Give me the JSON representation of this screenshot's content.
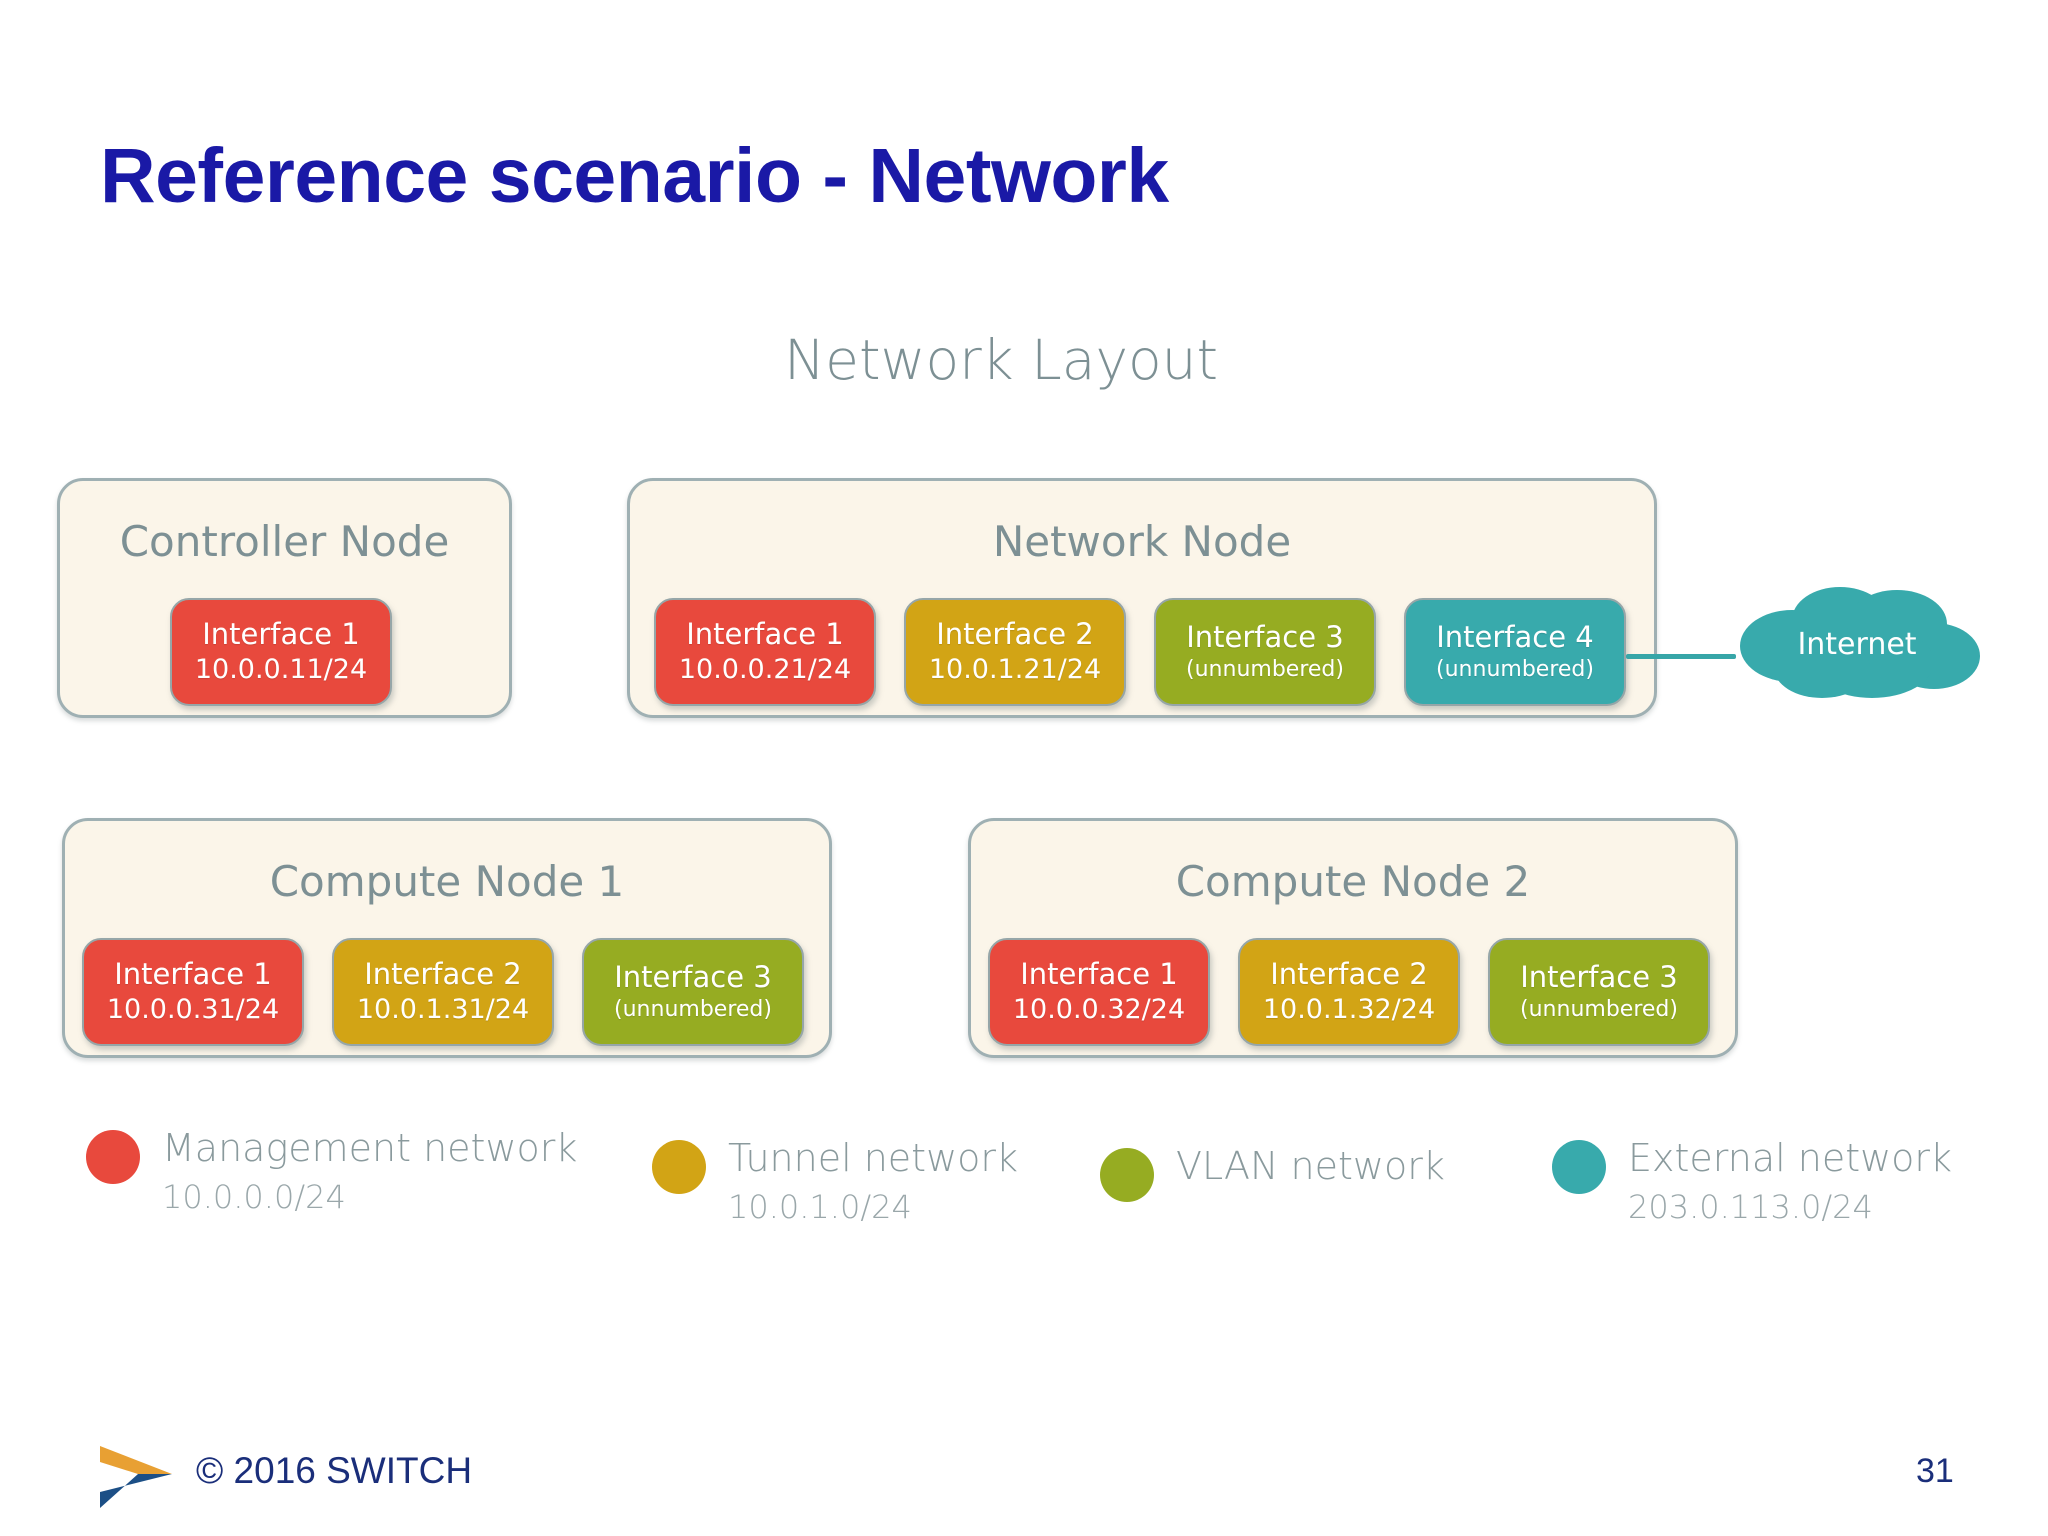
{
  "slide": {
    "title": "Reference scenario - Network",
    "page_number": "31"
  },
  "diagram": {
    "title": "Network Layout",
    "nodes": [
      {
        "id": "controller-node",
        "title": "Controller Node",
        "interfaces": [
          {
            "name": "Interface 1",
            "addr": "10.0.0.11/24",
            "color": "#e8493d",
            "network": "management"
          }
        ]
      },
      {
        "id": "network-node",
        "title": "Network Node",
        "interfaces": [
          {
            "name": "Interface 1",
            "addr": "10.0.0.21/24",
            "color": "#e8493d",
            "network": "management"
          },
          {
            "name": "Interface 2",
            "addr": "10.0.1.21/24",
            "color": "#d2a415",
            "network": "tunnel"
          },
          {
            "name": "Interface 3",
            "addr": "(unnumbered)",
            "color": "#96ac22",
            "network": "vlan"
          },
          {
            "name": "Interface 4",
            "addr": "(unnumbered)",
            "color": "#38aaac",
            "network": "external"
          }
        ]
      },
      {
        "id": "compute-node-1",
        "title": "Compute Node 1",
        "interfaces": [
          {
            "name": "Interface 1",
            "addr": "10.0.0.31/24",
            "color": "#e8493d",
            "network": "management"
          },
          {
            "name": "Interface 2",
            "addr": "10.0.1.31/24",
            "color": "#d2a415",
            "network": "tunnel"
          },
          {
            "name": "Interface 3",
            "addr": "(unnumbered)",
            "color": "#96ac22",
            "network": "vlan"
          }
        ]
      },
      {
        "id": "compute-node-2",
        "title": "Compute Node 2",
        "interfaces": [
          {
            "name": "Interface 1",
            "addr": "10.0.0.32/24",
            "color": "#e8493d",
            "network": "management"
          },
          {
            "name": "Interface 2",
            "addr": "10.0.1.32/24",
            "color": "#d2a415",
            "network": "tunnel"
          },
          {
            "name": "Interface 3",
            "addr": "(unnumbered)",
            "color": "#96ac22",
            "network": "vlan"
          }
        ]
      }
    ],
    "cloud": {
      "label": "Internet",
      "color": "#38aaac"
    },
    "legend": [
      {
        "label": "Management network",
        "subnet": "10.0.0.0/24",
        "color": "#e8493d"
      },
      {
        "label": "Tunnel network",
        "subnet": "10.0.1.0/24",
        "color": "#d2a415"
      },
      {
        "label": "VLAN network",
        "subnet": "",
        "color": "#96ac22"
      },
      {
        "label": "External network",
        "subnet": "203.0.113.0/24",
        "color": "#38aaac"
      }
    ]
  },
  "footer": {
    "copyright": "© 2016 SWITCH",
    "logo_color_top": "#e8a033",
    "logo_color_bottom": "#1c4f86"
  }
}
